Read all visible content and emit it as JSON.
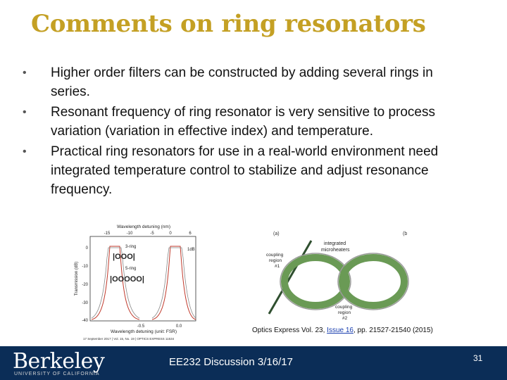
{
  "slide": {
    "title": "Comments on ring resonators",
    "bullets": [
      "Higher order filters can be constructed by adding several rings in series.",
      "Resonant frequency of ring resonator is very sensitive to process variation (variation in effective index) and temperature.",
      "Practical ring resonators for use in a real-world environment need integrated temperature control to stabilize and adjust resonance frequency."
    ],
    "bullet_symbol": "•"
  },
  "left_figure": {
    "top_axis_label": "Wavelength detuning (nm)",
    "top_ticks": [
      "-15",
      "-10",
      "-5",
      "0",
      "6"
    ],
    "y_axis_label": "Transmission (dB)",
    "y_ticks": [
      "0",
      "-10",
      "-20",
      "-30",
      "-40"
    ],
    "bottom_ticks": [
      "-0.5",
      "0.0"
    ],
    "bottom_axis_label": "Wavelength detuning (unit: FSR)",
    "legend_3ring": "3-ring",
    "legend_5ring": "5-ring",
    "ring_3_glyph": "|OOO|",
    "ring_5_glyph": "|OOOOO|",
    "annotation_1db": "1dB",
    "journal_line": "17 September 2017 | Vol. 15, No. 19 | OPTICS EXPRESS 11534"
  },
  "right_figure": {
    "panel_a": "(a)",
    "panel_b": "(b",
    "label_integrated": "integrated",
    "label_microheaters": "microheaters",
    "label_coupling_region_1_a": "coupling",
    "label_coupling_region_1_b": "region",
    "label_coupling_region_1_c": "#1",
    "ring_1": "#1",
    "ring_2": "#2",
    "label_coupling_region_2_a": "coupling",
    "label_coupling_region_2_b": "region",
    "label_coupling_region_2_c": "#2"
  },
  "caption": {
    "prefix": "Optics Express Vol. 23,",
    "link_text": "Issue 16",
    "suffix": ", pp. 21527-21540 (2015)"
  },
  "footer": {
    "logo": "Berkeley",
    "logo_sub": "UNIVERSITY OF CALIFORNIA",
    "text": "EE232 Discussion 3/16/17",
    "page_number": "31"
  },
  "colors": {
    "title": "#c4a024",
    "footer_bg": "#0b2d57",
    "ring_green": "#6a9a55"
  }
}
